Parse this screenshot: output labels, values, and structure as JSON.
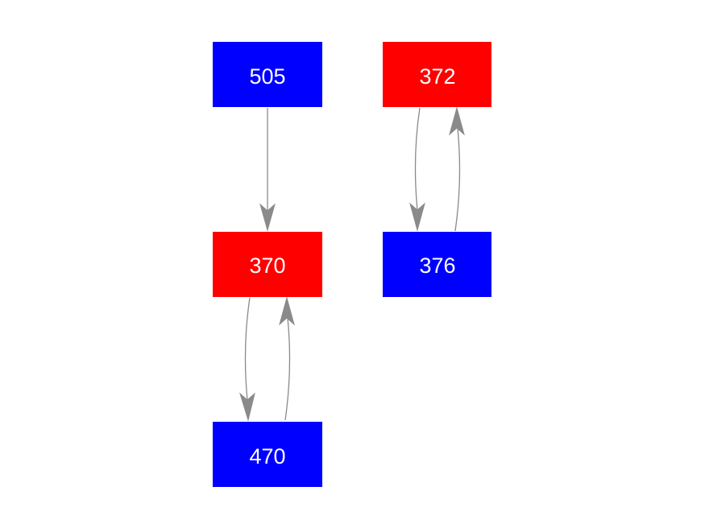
{
  "colors": {
    "red": "#ff0000",
    "blue": "#0000ff",
    "edge": "#8a8a8a",
    "label": "#ffffff",
    "background": "#ffffff"
  },
  "nodes": [
    {
      "id": "n505",
      "label": "505",
      "color": "blue"
    },
    {
      "id": "n372",
      "label": "372",
      "color": "red"
    },
    {
      "id": "n370",
      "label": "370",
      "color": "red"
    },
    {
      "id": "n376",
      "label": "376",
      "color": "blue"
    },
    {
      "id": "n470",
      "label": "470",
      "color": "blue"
    }
  ],
  "edges": [
    {
      "from": "505",
      "to": "370"
    },
    {
      "from": "370",
      "to": "470"
    },
    {
      "from": "470",
      "to": "370"
    },
    {
      "from": "372",
      "to": "376"
    },
    {
      "from": "376",
      "to": "372"
    }
  ]
}
